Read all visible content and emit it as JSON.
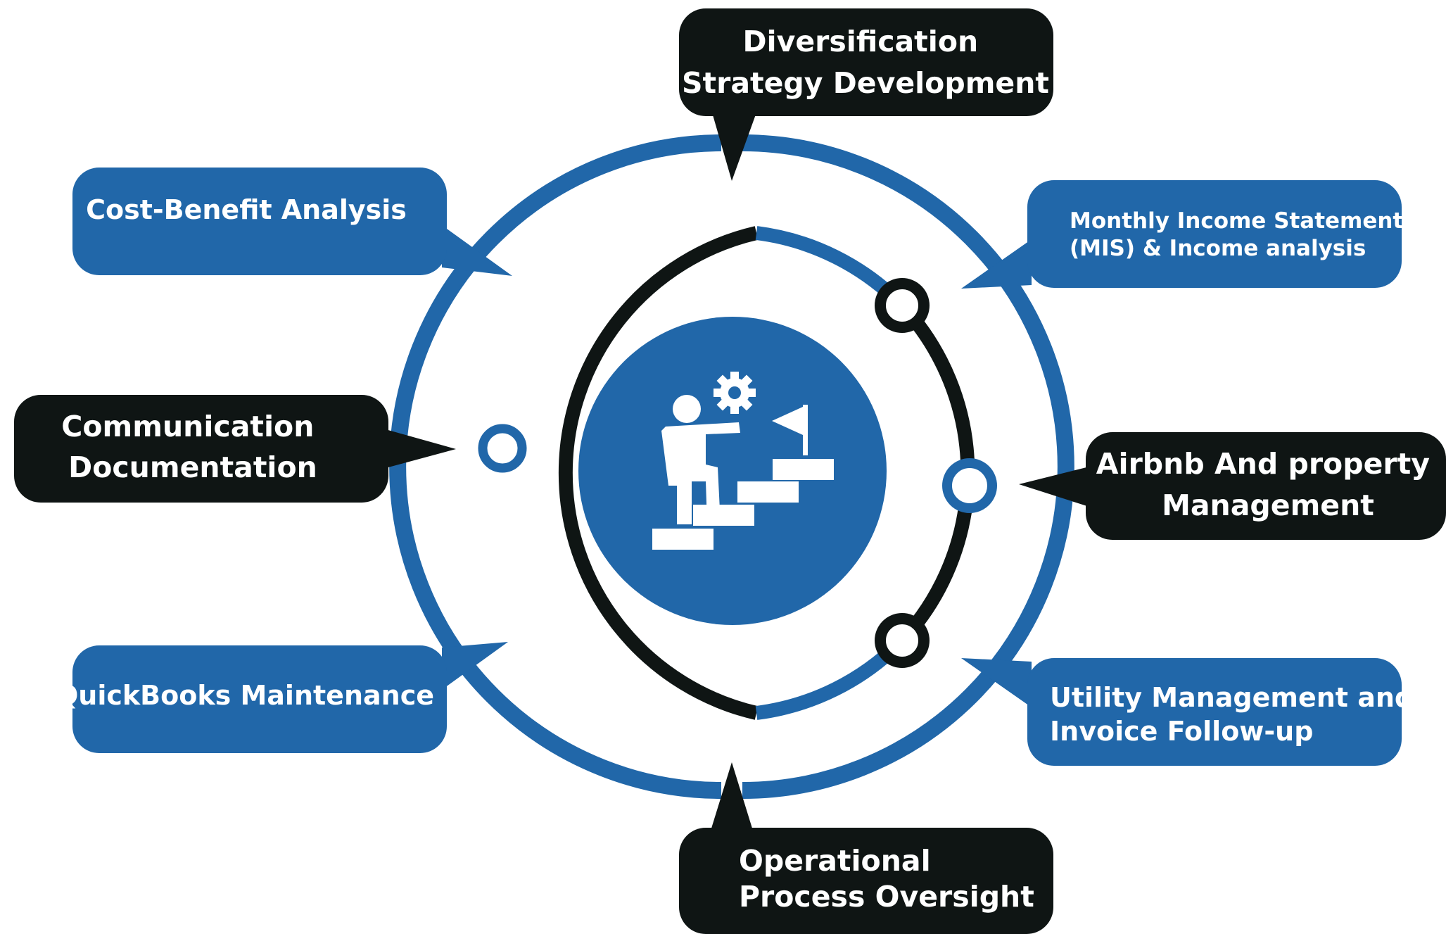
{
  "colors": {
    "blue": "#2167a9",
    "dark": "#0f1514",
    "white": "#ffffff"
  },
  "center_icon": "person-climbing-stairs-to-flag-icon",
  "callouts": {
    "top": {
      "lines": [
        "Diversification",
        "Strategy Development"
      ],
      "style": "dark"
    },
    "upper_left": {
      "lines": [
        "Cost-Benefit Analysis"
      ],
      "style": "blue"
    },
    "upper_right": {
      "lines": [
        "Monthly Income Statement",
        "(MIS) & Income analysis"
      ],
      "style": "blue"
    },
    "left": {
      "lines": [
        "Communication",
        "Documentation"
      ],
      "style": "dark"
    },
    "right": {
      "lines": [
        "Airbnb And property",
        "Management"
      ],
      "style": "dark"
    },
    "lower_left": {
      "lines": [
        "QuickBooks Maintenance"
      ],
      "style": "blue"
    },
    "lower_right": {
      "lines": [
        "Utility Management and",
        "Invoice Follow-up"
      ],
      "style": "blue"
    },
    "bottom": {
      "lines": [
        "Operational",
        "Process Oversight"
      ],
      "style": "dark"
    }
  }
}
